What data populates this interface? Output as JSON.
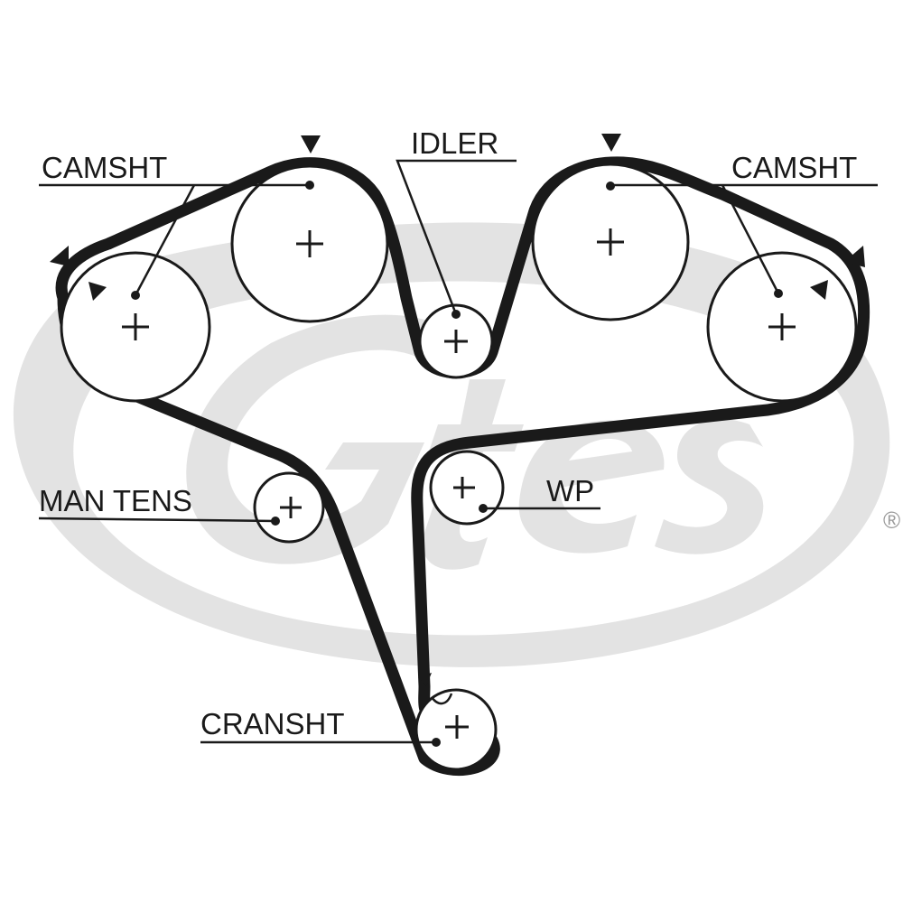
{
  "logo": {
    "text": "Gates",
    "registered_mark": "®",
    "color": "#e3e3e3"
  },
  "labels": {
    "camshaft_left": "CAMSHT",
    "idler": "IDLER",
    "camshaft_right": "CAMSHT",
    "manual_tensioner": "MAN TENS",
    "water_pump": "WP",
    "crankshaft": "CRANSHT"
  },
  "colors": {
    "line": "#1a1a1a",
    "background": "#ffffff"
  }
}
